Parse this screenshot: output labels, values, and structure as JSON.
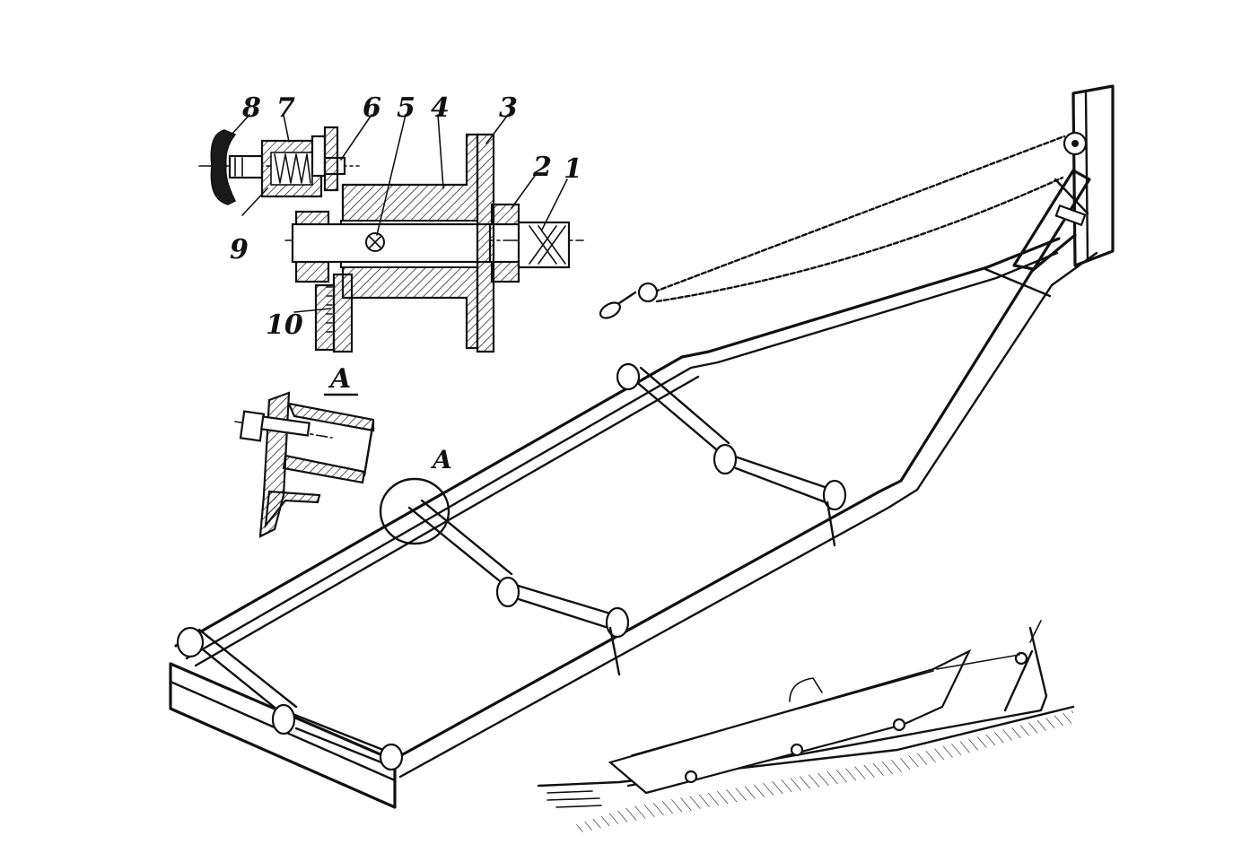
{
  "detail_labels": {
    "part_1": "1",
    "part_2": "2",
    "part_3": "3",
    "part_4": "4",
    "part_5": "5",
    "part_6": "6",
    "part_7": "7",
    "part_8": "8",
    "part_9": "9",
    "part_10": "10"
  },
  "section_label": "A",
  "callout_label": "A",
  "colors": {
    "ink": "#111111",
    "paper": "#ffffff"
  }
}
